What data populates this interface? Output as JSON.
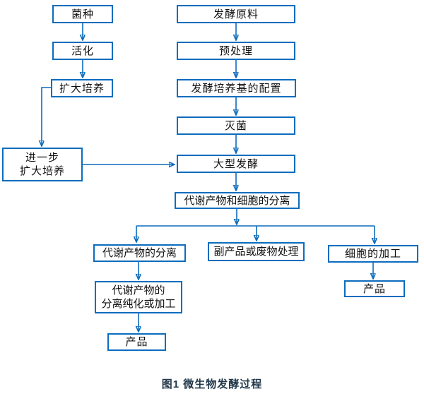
{
  "figure": {
    "caption": "图1 微生物发酵过程"
  },
  "colors": {
    "accent": "#0c6cbd",
    "text": "#111111",
    "caption": "#22384a",
    "background": "#ffffff"
  },
  "flowchart": {
    "nodes": {
      "strain": {
        "label": "菌种"
      },
      "activation": {
        "label": "活化"
      },
      "expanded_culture": {
        "label": "扩大培养"
      },
      "further_expanded_culture": {
        "label": "进一步\n扩大培养"
      },
      "raw_material": {
        "label": "发酵原料"
      },
      "pretreatment": {
        "label": "预处理"
      },
      "medium_preparation": {
        "label": "发酵培养基的配置"
      },
      "sterilization": {
        "label": "灭菌"
      },
      "large_scale_fermentation": {
        "label": "大型发酵"
      },
      "metabolite_cell_separation": {
        "label": "代谢产物和细胞的分离"
      },
      "metabolite_separation": {
        "label": "代谢产物的分离"
      },
      "byproduct_waste_treatment": {
        "label": "副产品或废物处理"
      },
      "cell_processing": {
        "label": "细胞的加工"
      },
      "purification_processing": {
        "label": "代谢产物的\n分离纯化或加工"
      },
      "product_metabolite": {
        "label": "产品"
      },
      "product_cell": {
        "label": "产品"
      }
    }
  }
}
